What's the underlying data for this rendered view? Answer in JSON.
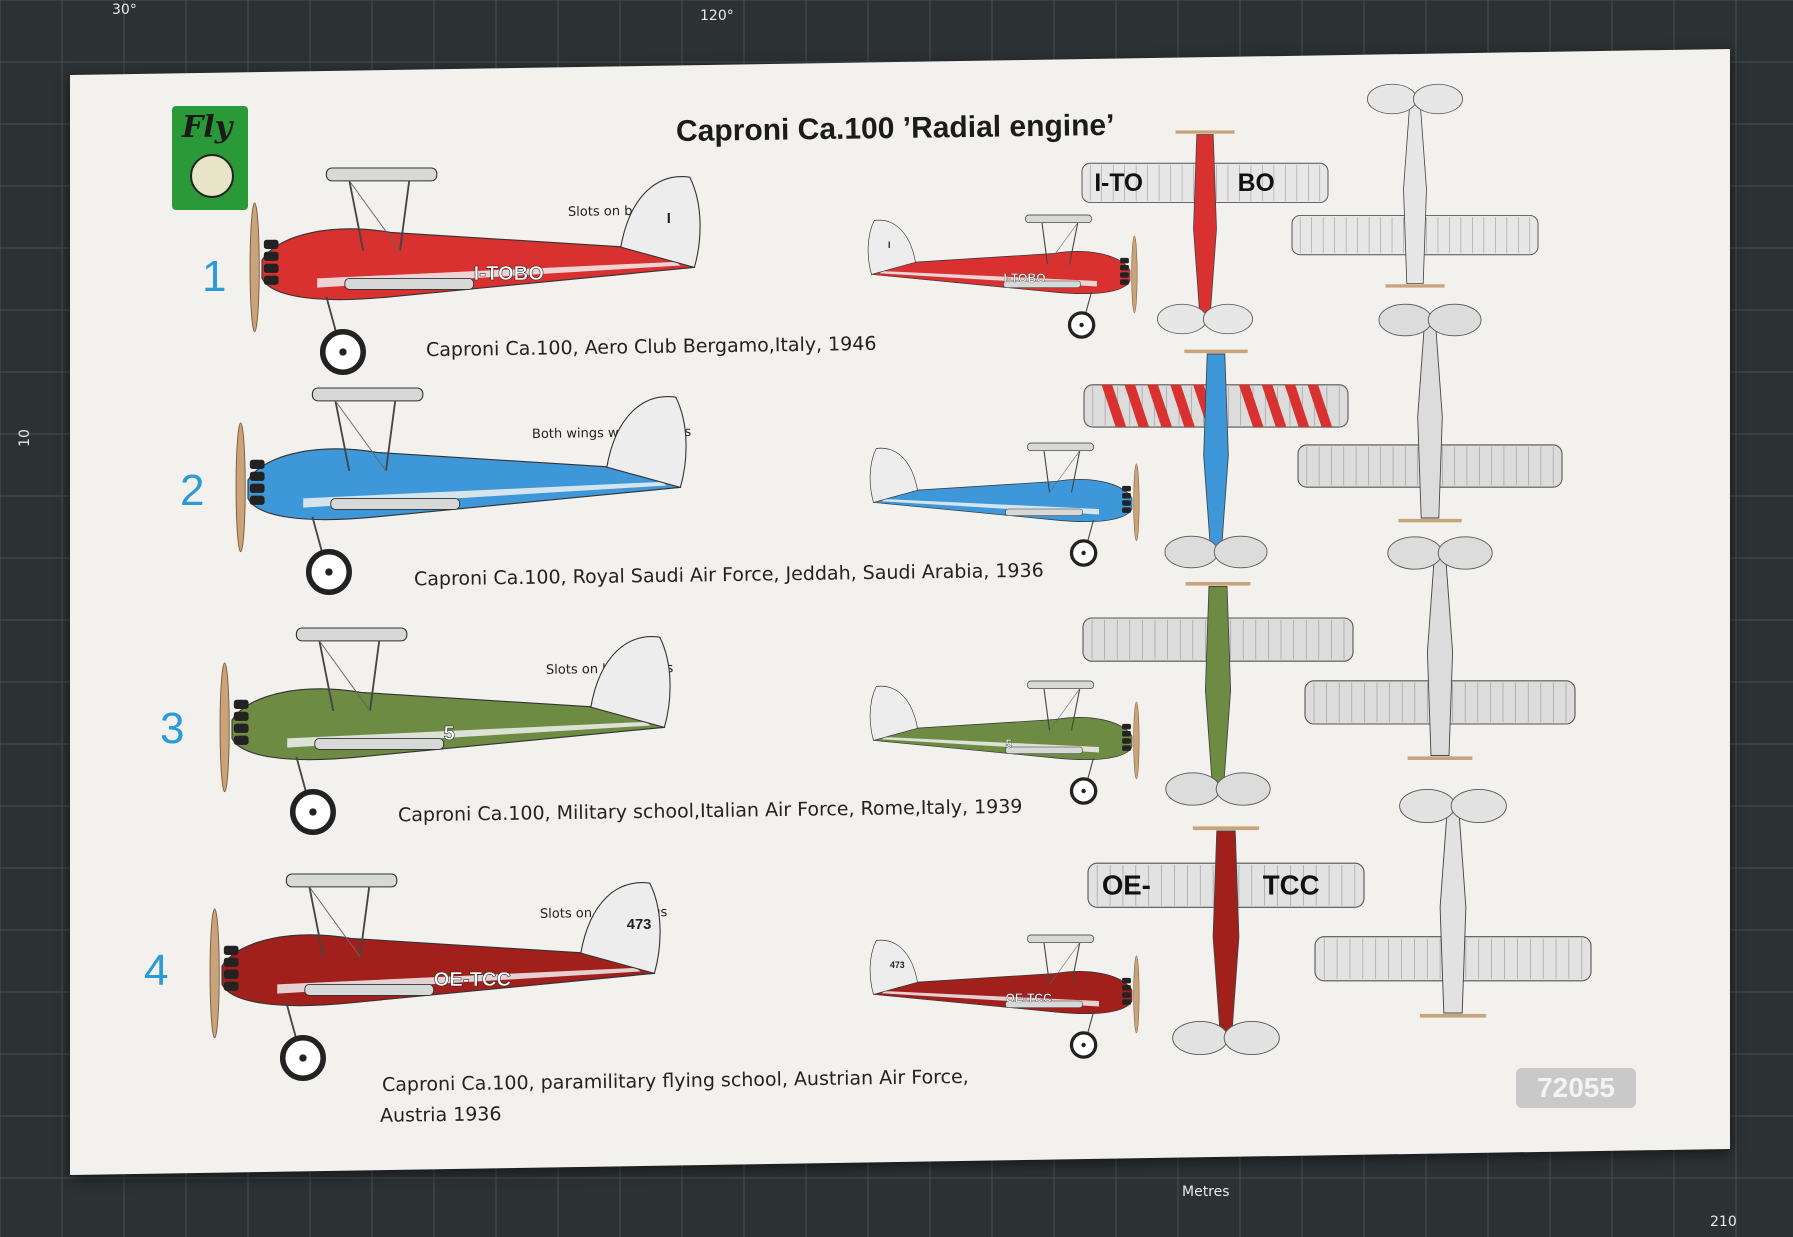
{
  "title": "Caproni Ca.100 ’Radial engine’",
  "logo": {
    "text": "Fly"
  },
  "product_code": "72055",
  "colors": {
    "red": "#d9312f",
    "blue": "#3e97d8",
    "green": "#6e8b44",
    "maroon": "#a2201c",
    "silver": "#cfd0d0",
    "number": "#2a9ad8"
  },
  "variants": [
    {
      "number": "1",
      "caption": "Caproni Ca.100, Aero Club Bergamo,Italy, 1946",
      "note": "Slots on both wings",
      "registration": "I-TOBO",
      "wing_left": "I-TO",
      "wing_right": "BO",
      "color_key": "red"
    },
    {
      "number": "2",
      "caption": "Caproni Ca.100, Royal Saudi Air Force, Jeddah, Saudi Arabia, 1936",
      "note": "Both wings without slots",
      "registration": "",
      "wing_left": "",
      "wing_right": "",
      "color_key": "blue"
    },
    {
      "number": "3",
      "caption": "Caproni Ca.100, Military school,Italian Air Force,  Rome,Italy, 1939",
      "note": "Slots on both wings",
      "registration": "5",
      "wing_left": "",
      "wing_right": "",
      "color_key": "green"
    },
    {
      "number": "4",
      "caption_line1": "Caproni Ca.100, paramilitary flying school, Austrian Air Force,",
      "caption_line2": "Austria 1936",
      "note": "Slots on both wings",
      "registration": "OE-TCC",
      "wing_left": "OE-",
      "wing_right": "TCC",
      "color_key": "maroon"
    }
  ],
  "tail_codes": {
    "v1": "I",
    "v4": "473"
  },
  "ruler": {
    "top_a": "30°",
    "top_b": "120°",
    "bottom_a": "Metres",
    "side_a": "10",
    "bottom_b": "210"
  }
}
